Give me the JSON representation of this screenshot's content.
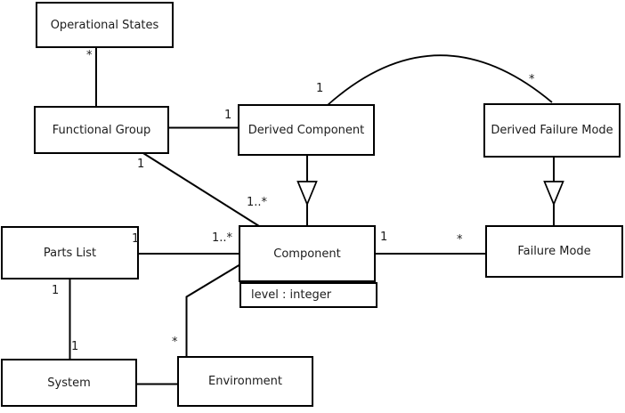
{
  "diagram": {
    "kind": "uml-class-diagram",
    "colors": {
      "line": "#000000",
      "background": "#ffffff",
      "text": "#1c1c1c"
    },
    "classes": [
      {
        "name": "Operational States"
      },
      {
        "name": "Functional Group"
      },
      {
        "name": "Derived Component"
      },
      {
        "name": "Derived Failure Mode"
      },
      {
        "name": "Parts List"
      },
      {
        "name": "Component",
        "attributes": [
          "level : integer"
        ]
      },
      {
        "name": "Failure Mode"
      },
      {
        "name": "System"
      },
      {
        "name": "Environment"
      }
    ],
    "relationships": [
      {
        "type": "association",
        "a": "Operational States",
        "b": "Functional Group",
        "a_mult": "*"
      },
      {
        "type": "association",
        "a": "Functional Group",
        "b": "Derived Component",
        "b_mult": "1"
      },
      {
        "type": "association",
        "a": "Functional Group",
        "b": "Component",
        "a_mult": "1",
        "b_mult": "1..*"
      },
      {
        "type": "association",
        "a": "Derived Component",
        "b": "Derived Failure Mode",
        "a_mult": "1",
        "b_mult": "*"
      },
      {
        "type": "generalization",
        "child": "Derived Component",
        "parent": "Component"
      },
      {
        "type": "generalization",
        "child": "Derived Failure Mode",
        "parent": "Failure Mode"
      },
      {
        "type": "association",
        "a": "Component",
        "b": "Failure Mode",
        "a_mult": "1",
        "b_mult": "*"
      },
      {
        "type": "association",
        "a": "Parts List",
        "b": "Component",
        "a_mult": "1",
        "b_mult": "1..*"
      },
      {
        "type": "association",
        "a": "Parts List",
        "b": "System",
        "a_mult": "1",
        "b_mult": "1"
      },
      {
        "type": "association",
        "a": "Component",
        "b": "Environment",
        "b_mult": "*"
      },
      {
        "type": "association",
        "a": "System",
        "b": "Environment"
      }
    ]
  }
}
